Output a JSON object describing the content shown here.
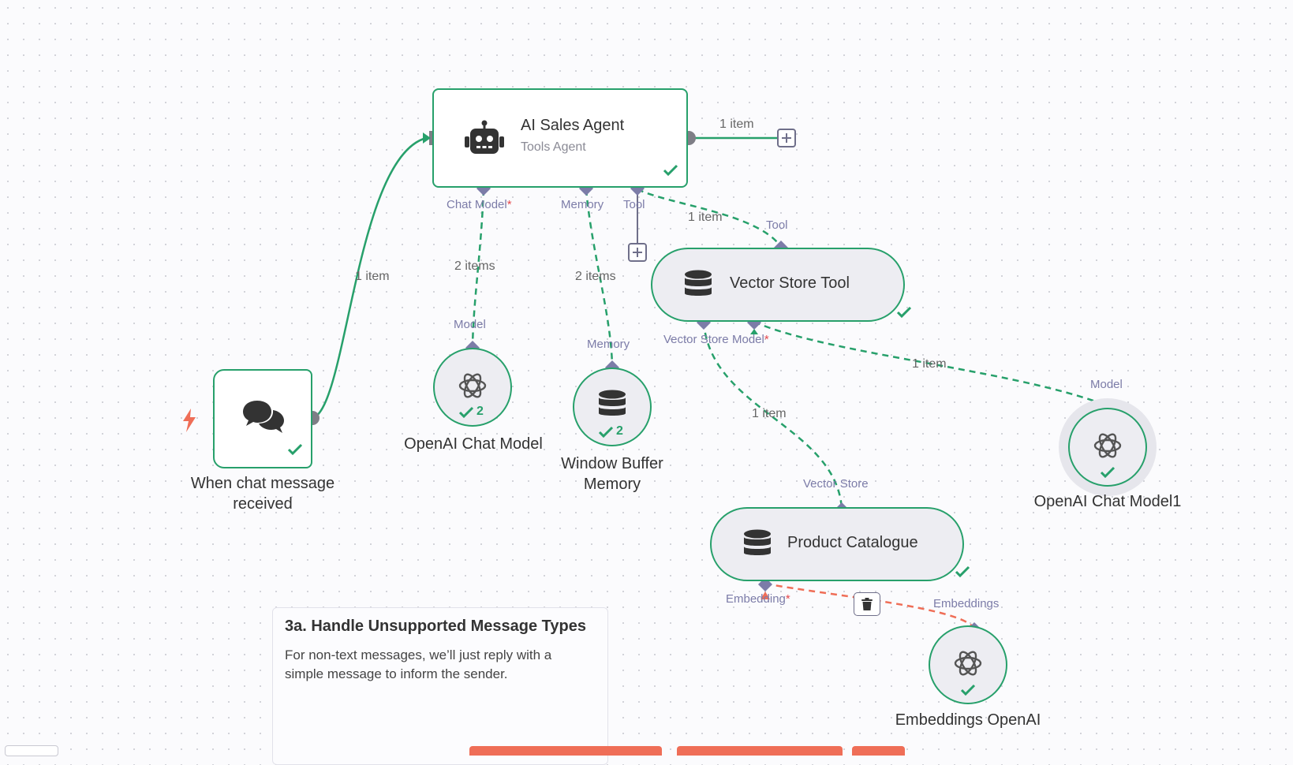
{
  "canvas": {
    "accent": "#27a06b",
    "port_color": "#7c7ca8",
    "error": "#ef6e57"
  },
  "nodes": {
    "agent": {
      "title": "AI Sales Agent",
      "subtitle": "Tools Agent",
      "icon": "robot-icon"
    },
    "trigger": {
      "label": "When chat message\nreceived",
      "icon": "chat-bubbles-icon",
      "trigger_icon": "lightning-icon"
    },
    "openai_chat": {
      "label": "OpenAI Chat Model",
      "icon": "openai-icon",
      "count": "2"
    },
    "memory": {
      "label": "Window Buffer\nMemory",
      "icon": "database-icon",
      "count": "2"
    },
    "vector_tool": {
      "title": "Vector Store Tool",
      "icon": "database-icon"
    },
    "openai_chat1": {
      "label": "OpenAI Chat Model1",
      "icon": "openai-icon"
    },
    "product": {
      "title": "Product Catalogue",
      "icon": "database-icon"
    },
    "embeddings": {
      "label": "Embeddings OpenAI",
      "icon": "openai-icon"
    }
  },
  "ports": {
    "chat_model": "Chat Model",
    "required_mark": "*",
    "memory": "Memory",
    "tool": "Tool",
    "model": "Model",
    "memory_in": "Memory",
    "tool_in": "Tool",
    "vs_vector_store": "Vector Store",
    "vs_model": "Model",
    "model_in": "Model",
    "vector_store_in": "Vector Store",
    "embedding": "Embedding",
    "embeddings_in": "Embeddings"
  },
  "edges": {
    "trigger_agent": "1 item",
    "agent_out": "1 item",
    "chat_model": "2 items",
    "memory": "2 items",
    "tool": "1 item",
    "vs_model": "1 item",
    "vs_store": "1 item"
  },
  "sticky": {
    "title": "3a. Handle Unsupported Message Types",
    "body": "For non-text messages, we’ll just reply with a simple message to inform the sender."
  }
}
